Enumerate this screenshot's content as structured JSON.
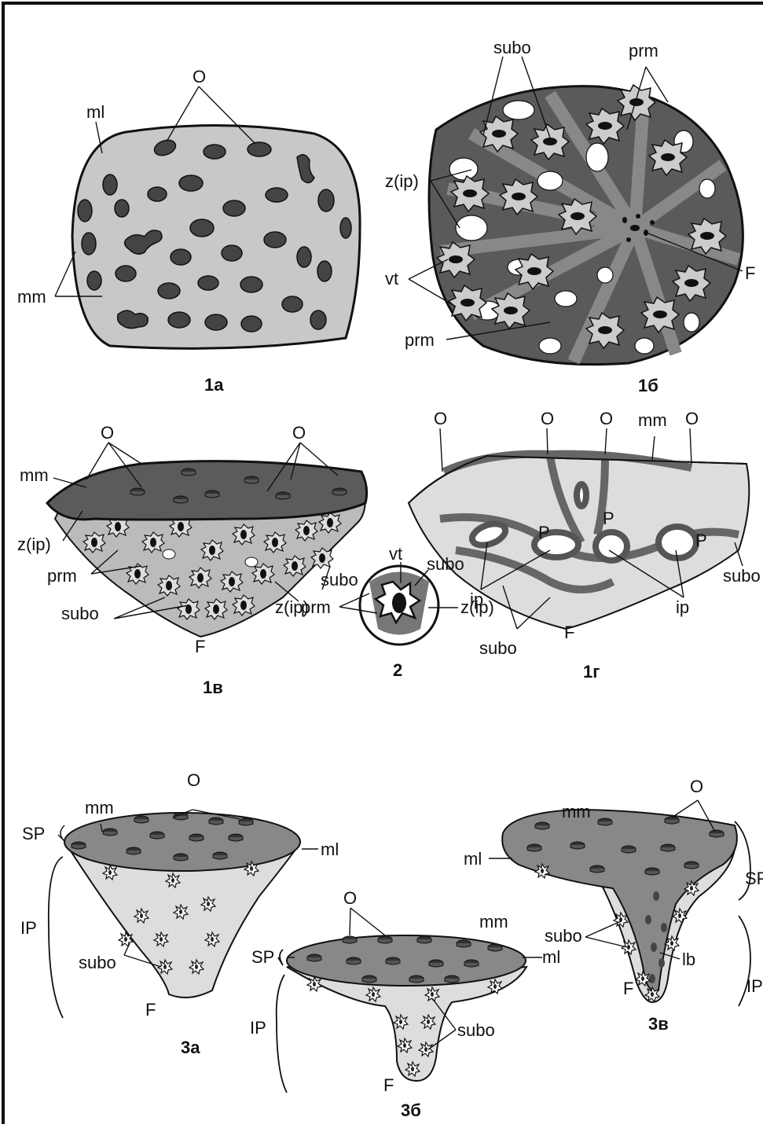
{
  "figure": {
    "captions": {
      "f1a": "1a",
      "f1b": "1б",
      "f1v": "1в",
      "f1g": "1г",
      "f2": "2",
      "f3a": "3a",
      "f3b": "3б",
      "f3v": "3в"
    },
    "labels": {
      "f1a": {
        "o": "O",
        "ml": "ml",
        "mm": "mm"
      },
      "f1b": {
        "subo": "subo",
        "prm_top": "prm",
        "zip": "z(ip)",
        "vt": "vt",
        "prm_bottom": "prm",
        "f": "F"
      },
      "f1v": {
        "o_left": "O",
        "o_right": "O",
        "mm": "mm",
        "zip_left": "z(ip)",
        "prm": "prm",
        "subo_left": "subo",
        "subo_right": "subo",
        "zip_right": "z(ip)",
        "f": "F"
      },
      "f1g": {
        "o1": "O",
        "o2": "O",
        "o3": "O",
        "o4": "O",
        "mm": "mm",
        "p1": "P",
        "p2": "P",
        "p3": "P",
        "ip_left": "ip",
        "ip_right": "ip",
        "subo_bottom": "subo",
        "subo_right": "subo",
        "f": "F"
      },
      "f2": {
        "vt": "vt",
        "subo": "subo",
        "prm": "prm",
        "zip": "z(ip)"
      },
      "f3a": {
        "mm": "mm",
        "o": "O",
        "sp": "SP",
        "ml": "ml",
        "ip": "IP",
        "subo": "subo",
        "f": "F"
      },
      "f3b": {
        "o": "O",
        "mm": "mm",
        "sp": "SP",
        "ml": "ml",
        "ip": "IP",
        "subo": "subo",
        "f": "F"
      },
      "f3v": {
        "mm": "mm",
        "o": "O",
        "ml": "ml",
        "sp": "SP",
        "subo": "subo",
        "lb": "lb",
        "ip": "IP",
        "f": "F"
      }
    }
  }
}
